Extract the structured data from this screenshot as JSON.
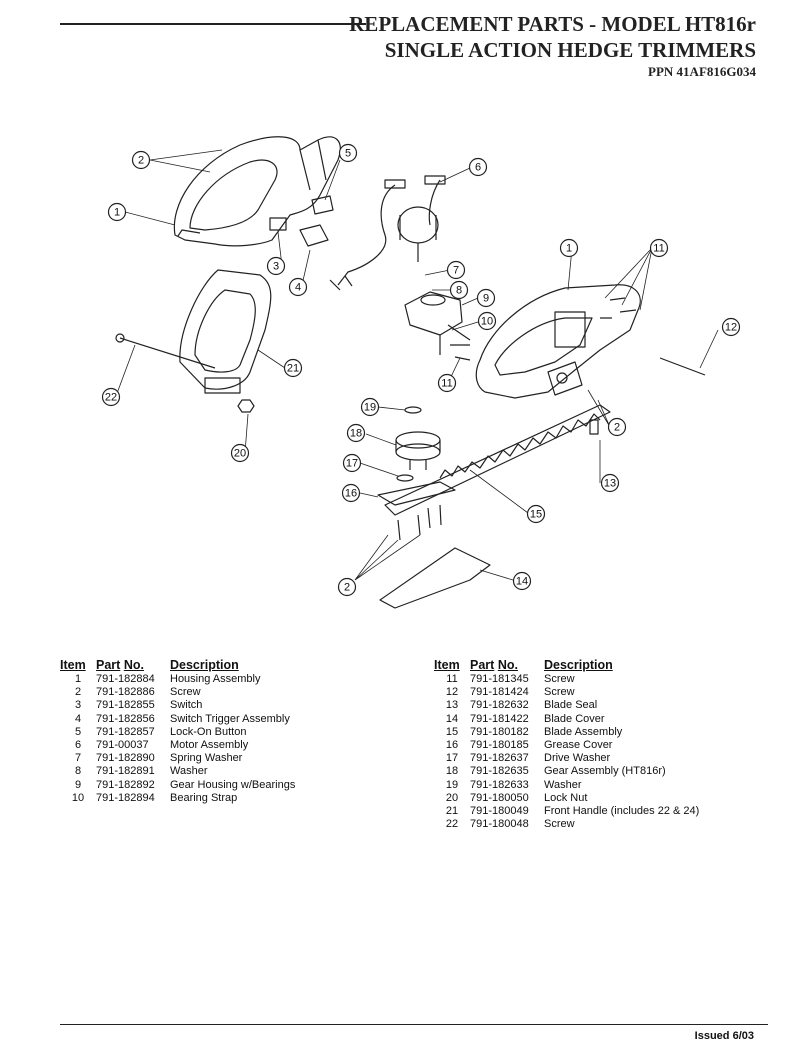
{
  "header": {
    "title_line1": "REPLACEMENT PARTS - MODEL HT816r",
    "title_line2": "SINGLE ACTION HEDGE TRIMMERS",
    "ppn": "PPN 41AF816G034"
  },
  "diagram": {
    "callouts": [
      "2",
      "5",
      "1",
      "6",
      "3",
      "4",
      "1",
      "11",
      "7",
      "8",
      "9",
      "12",
      "10",
      "21",
      "22",
      "11",
      "19",
      "2",
      "18",
      "17",
      "13",
      "20",
      "16",
      "15",
      "2",
      "14"
    ]
  },
  "table": {
    "headers": {
      "item": "Item",
      "part_no_a": "Part",
      "part_no_b": "No.",
      "description": "Description"
    },
    "left": [
      {
        "item": "1",
        "part": "791-182884",
        "desc": "Housing Assembly"
      },
      {
        "item": "2",
        "part": "791-182886",
        "desc": "Screw"
      },
      {
        "item": "3",
        "part": "791-182855",
        "desc": "Switch"
      },
      {
        "item": "4",
        "part": "791-182856",
        "desc": "Switch Trigger Assembly"
      },
      {
        "item": "5",
        "part": "791-182857",
        "desc": "Lock-On Button"
      },
      {
        "item": "6",
        "part": "791-00037",
        "desc": "Motor Assembly"
      },
      {
        "item": "7",
        "part": "791-182890",
        "desc": "Spring Washer"
      },
      {
        "item": "8",
        "part": "791-182891",
        "desc": "Washer"
      },
      {
        "item": "9",
        "part": "791-182892",
        "desc": "Gear Housing w/Bearings"
      },
      {
        "item": "10",
        "part": "791-182894",
        "desc": "Bearing Strap"
      }
    ],
    "right": [
      {
        "item": "11",
        "part": "791-181345",
        "desc": "Screw"
      },
      {
        "item": "12",
        "part": "791-181424",
        "desc": "Screw"
      },
      {
        "item": "13",
        "part": "791-182632",
        "desc": "Blade Seal"
      },
      {
        "item": "14",
        "part": "791-181422",
        "desc": "Blade Cover"
      },
      {
        "item": "15",
        "part": "791-180182",
        "desc": "Blade Assembly"
      },
      {
        "item": "16",
        "part": "791-180185",
        "desc": "Grease Cover"
      },
      {
        "item": "17",
        "part": "791-182637",
        "desc": "Drive Washer"
      },
      {
        "item": "18",
        "part": "791-182635",
        "desc": "Gear Assembly (HT816r)"
      },
      {
        "item": "19",
        "part": "791-182633",
        "desc": "Washer"
      },
      {
        "item": "20",
        "part": "791-180050",
        "desc": "Lock Nut"
      },
      {
        "item": "21",
        "part": "791-180049",
        "desc": "Front Handle (includes 22 & 24)"
      },
      {
        "item": "22",
        "part": "791-180048",
        "desc": "Screw"
      }
    ]
  },
  "footer": {
    "issued": "Issued 6/03"
  }
}
